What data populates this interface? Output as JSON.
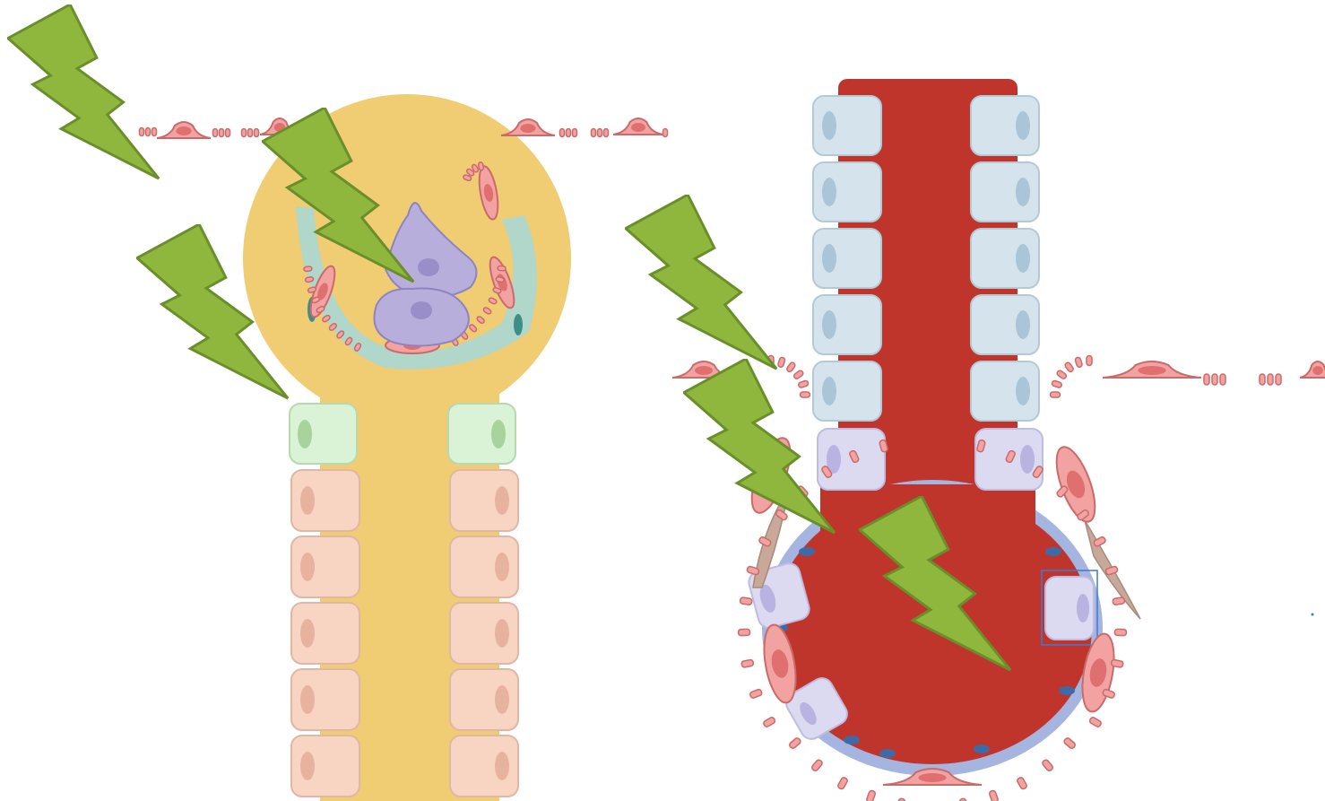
{
  "figure": {
    "panels": [
      {
        "name": "left-panel",
        "lumen_color": "#f0cc72"
      },
      {
        "name": "right-panel",
        "lumen_color": "#c0352b"
      }
    ],
    "colors": {
      "bolt_fill": "#8fb73e",
      "bolt_stroke": "#6a8f2a",
      "pink_cell": "#f2a3a1",
      "pink_nucleus": "#e0706f",
      "pink_stroke": "#c96b6a",
      "cuboidal_cell": "#f8d5c3",
      "cuboidal_nucleus": "#e7b39f",
      "club_cell": "#daf2d6",
      "club_nucleus": "#a8d39c",
      "ciliated_cell": "#d5e4ec",
      "ciliated_nucleus": "#a9c5d7",
      "lavender_cell": "#dcdaf0",
      "lavender_nucleus": "#b8b3e0",
      "macrophage": "#b8aedc",
      "macrophage_nucleus": "#9a8ec8",
      "basement_blue": "#a6b5e0",
      "basement_nucleus": "#3f6aa8",
      "matrix_teal": "#a8d8d4",
      "fibroblast": "#c8a898",
      "selection_box": "#3a7bd5"
    },
    "icons": [
      "lightning-bolt-icon"
    ],
    "bolt_count": 6
  }
}
